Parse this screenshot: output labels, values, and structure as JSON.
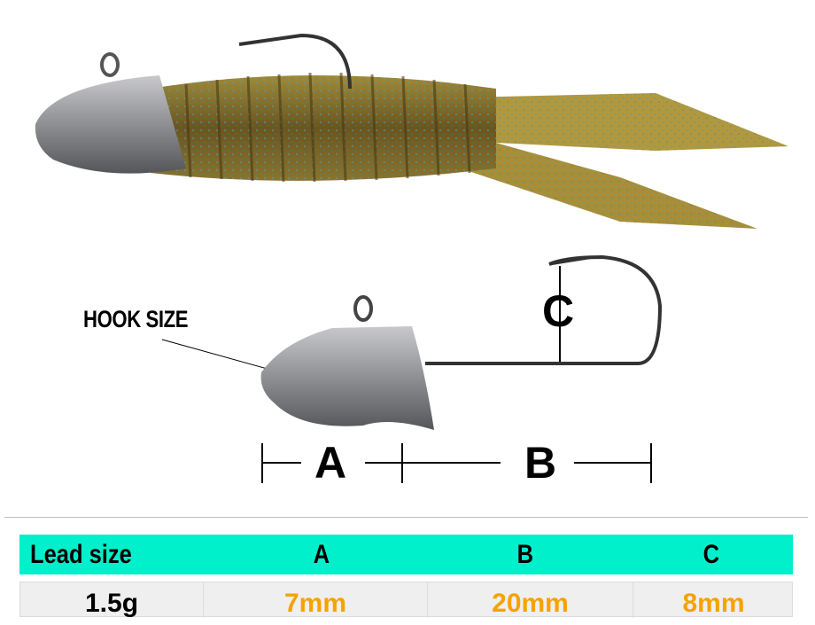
{
  "diagram": {
    "hook_size_label": "HOOK SIZE",
    "dim_a": "A",
    "dim_b": "B",
    "dim_c": "C"
  },
  "table": {
    "headers": [
      "Lead size",
      "A",
      "B",
      "C"
    ],
    "rows": [
      [
        "1.5g",
        "7mm",
        "20mm",
        "8mm"
      ]
    ]
  },
  "colors": {
    "header_bg": "#00f0cc",
    "value_text": "#f5a300",
    "row_bg": "#efefef"
  }
}
